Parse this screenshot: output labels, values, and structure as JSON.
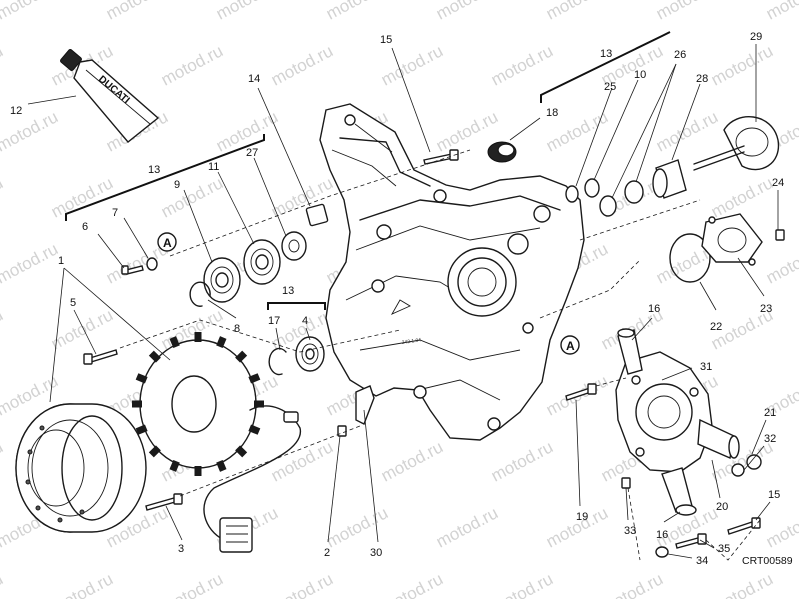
{
  "watermark": "motod.ru",
  "figure_code": "CRT00589",
  "tube_brand": "DUCATI",
  "casting_text": "242.1.04",
  "section_marker": "A",
  "callouts": [
    {
      "id": "c12",
      "label": "12"
    },
    {
      "id": "c13a",
      "label": "13"
    },
    {
      "id": "c13b",
      "label": "13"
    },
    {
      "id": "c13c",
      "label": "13"
    },
    {
      "id": "c14",
      "label": "14"
    },
    {
      "id": "c15a",
      "label": "15"
    },
    {
      "id": "c15b",
      "label": "15"
    },
    {
      "id": "c18",
      "label": "18"
    },
    {
      "id": "c25",
      "label": "25"
    },
    {
      "id": "c10",
      "label": "10"
    },
    {
      "id": "c26",
      "label": "26"
    },
    {
      "id": "c28",
      "label": "28"
    },
    {
      "id": "c29",
      "label": "29"
    },
    {
      "id": "c24",
      "label": "24"
    },
    {
      "id": "c6",
      "label": "6"
    },
    {
      "id": "c7",
      "label": "7"
    },
    {
      "id": "c9",
      "label": "9"
    },
    {
      "id": "c11",
      "label": "11"
    },
    {
      "id": "c27",
      "label": "27"
    },
    {
      "id": "c1",
      "label": "1"
    },
    {
      "id": "c5",
      "label": "5"
    },
    {
      "id": "c8",
      "label": "8"
    },
    {
      "id": "c17",
      "label": "17"
    },
    {
      "id": "c4",
      "label": "4"
    },
    {
      "id": "c16a",
      "label": "16"
    },
    {
      "id": "c31",
      "label": "31"
    },
    {
      "id": "c22",
      "label": "22"
    },
    {
      "id": "c23",
      "label": "23"
    },
    {
      "id": "c21",
      "label": "21"
    },
    {
      "id": "c32",
      "label": "32"
    },
    {
      "id": "c20",
      "label": "20"
    },
    {
      "id": "c19",
      "label": "19"
    },
    {
      "id": "c33",
      "label": "33"
    },
    {
      "id": "c16b",
      "label": "16"
    },
    {
      "id": "c35",
      "label": "35"
    },
    {
      "id": "c34",
      "label": "34"
    },
    {
      "id": "c3",
      "label": "3"
    },
    {
      "id": "c2",
      "label": "2"
    },
    {
      "id": "c30",
      "label": "30"
    }
  ]
}
